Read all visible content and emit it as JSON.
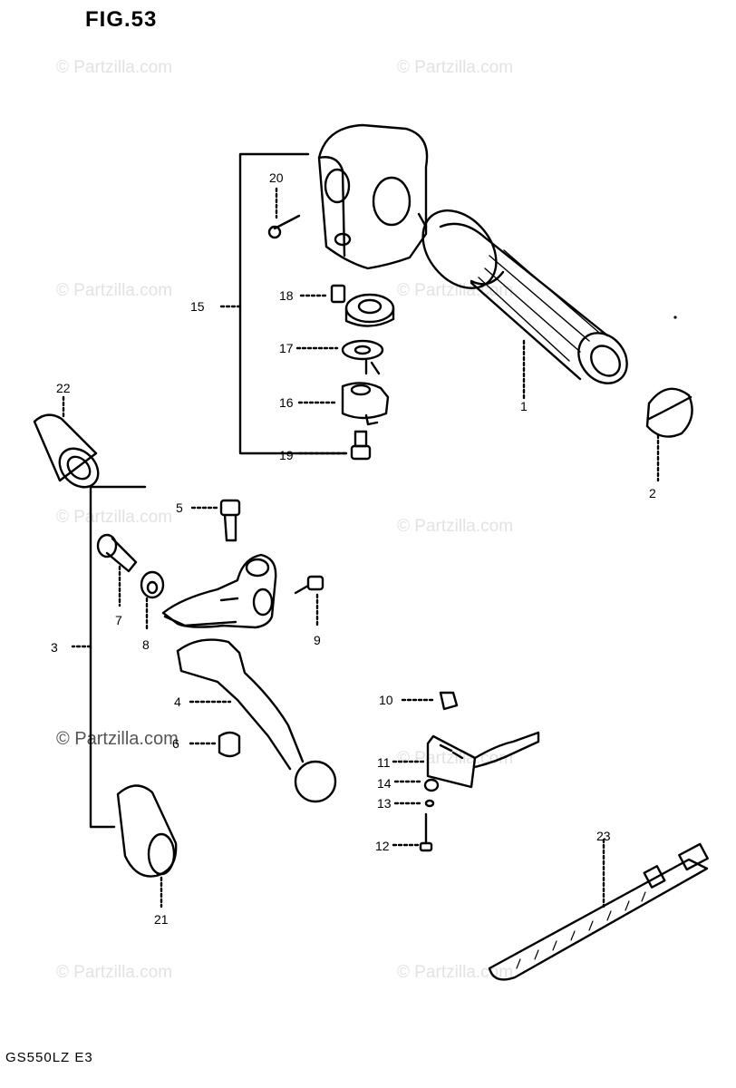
{
  "figure": {
    "title": "FIG.53",
    "model_code": "GS550LZ  E3"
  },
  "watermarks": {
    "text": "© Partzilla.com",
    "dark_text": "© Partzilla.com"
  },
  "callouts": {
    "c1": "1",
    "c2": "2",
    "c3": "3",
    "c4": "4",
    "c5": "5",
    "c6": "6",
    "c7": "7",
    "c8": "8",
    "c9": "9",
    "c10": "10",
    "c11": "11",
    "c12": "12",
    "c13": "13",
    "c14": "14",
    "c15": "15",
    "c16": "16",
    "c17": "17",
    "c18": "18",
    "c19": "19",
    "c20": "20",
    "c21": "21",
    "c22": "22",
    "c23": "23"
  },
  "colors": {
    "line": "#000000",
    "watermark": "#e2e2e2",
    "background": "#ffffff"
  }
}
